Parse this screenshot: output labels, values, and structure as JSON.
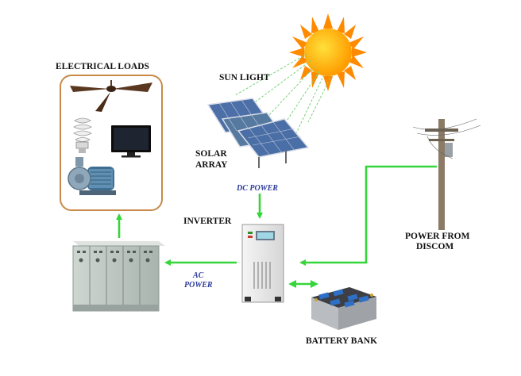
{
  "labels": {
    "electrical_loads": "ELECTRICAL LOADS",
    "sun_light": "SUN LIGHT",
    "solar_array_line1": "SOLAR",
    "solar_array_line2": "ARRAY",
    "dc_power": "DC POWER",
    "inverter": "INVERTER",
    "ac_power_line1": "AC",
    "ac_power_line2": "POWER",
    "power_from_line1": "POWER FROM",
    "power_from_line2": "DISCOM",
    "battery_bank": "BATTERY BANK"
  },
  "colors": {
    "flow_arrow": "#36d63a",
    "loads_border": "#c8894a",
    "sun": "#ffb400",
    "panel": "#4c6fa8",
    "dc_label": "#2c3a9a"
  },
  "icons": [
    "sun-icon",
    "solar-panel-icon",
    "ceiling-fan-icon",
    "cfl-bulb-icon",
    "television-icon",
    "water-pump-icon",
    "distribution-panel-icon",
    "inverter-icon",
    "battery-icon",
    "utility-pole-icon"
  ]
}
